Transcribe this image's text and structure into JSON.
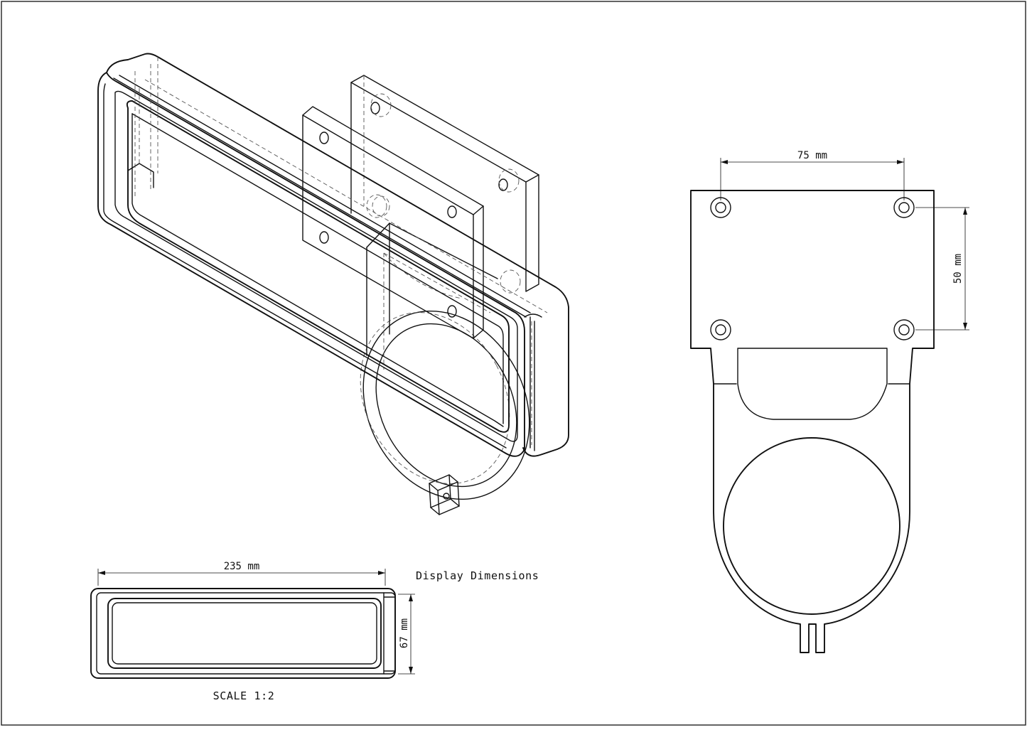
{
  "drawing": {
    "label": "Display Dimensions",
    "scale": "SCALE 1:2"
  },
  "dimensions": {
    "hole_spacing_horizontal": "75 mm",
    "hole_spacing_vertical": "50 mm",
    "display_width": "235 mm",
    "display_height": "67 mm"
  }
}
